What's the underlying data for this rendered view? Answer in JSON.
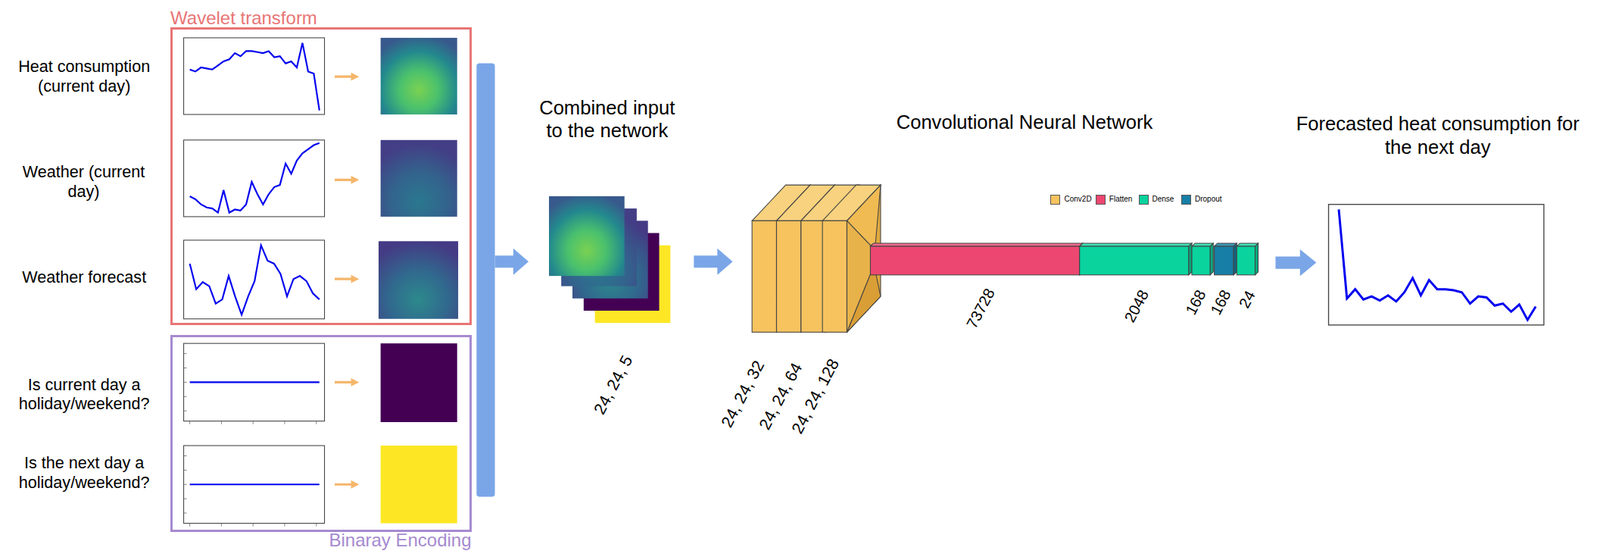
{
  "diagram": {
    "nodes": [
      {
        "text": [
          "Wavelet transform"
        ]
      },
      {
        "text": [
          "Binaray Encoding"
        ]
      }
    ],
    "labels": [
      "Heat consumption (current day)",
      "Weather (current day)",
      "Weather forecast",
      "Is current day a holiday/weekend?",
      "Is the next day a holiday/weekend?",
      "Combined input to the network",
      "24, 24, 5",
      "Convolutional Neural Network",
      "24, 24, 32",
      "24, 24, 64",
      "24, 24, 128",
      "73728",
      "2048",
      "168",
      "168",
      "24",
      "Forecasted heat consumption for the next day"
    ],
    "legend": [
      {
        "text": "Conv2D",
        "color": "#f6c35f"
      },
      {
        "text": "Flatten",
        "color": "#ec4770"
      },
      {
        "text": "Dense",
        "color": "#0ad39e"
      },
      {
        "text": "Dropout",
        "color": "#177fa6"
      }
    ]
  }
}
